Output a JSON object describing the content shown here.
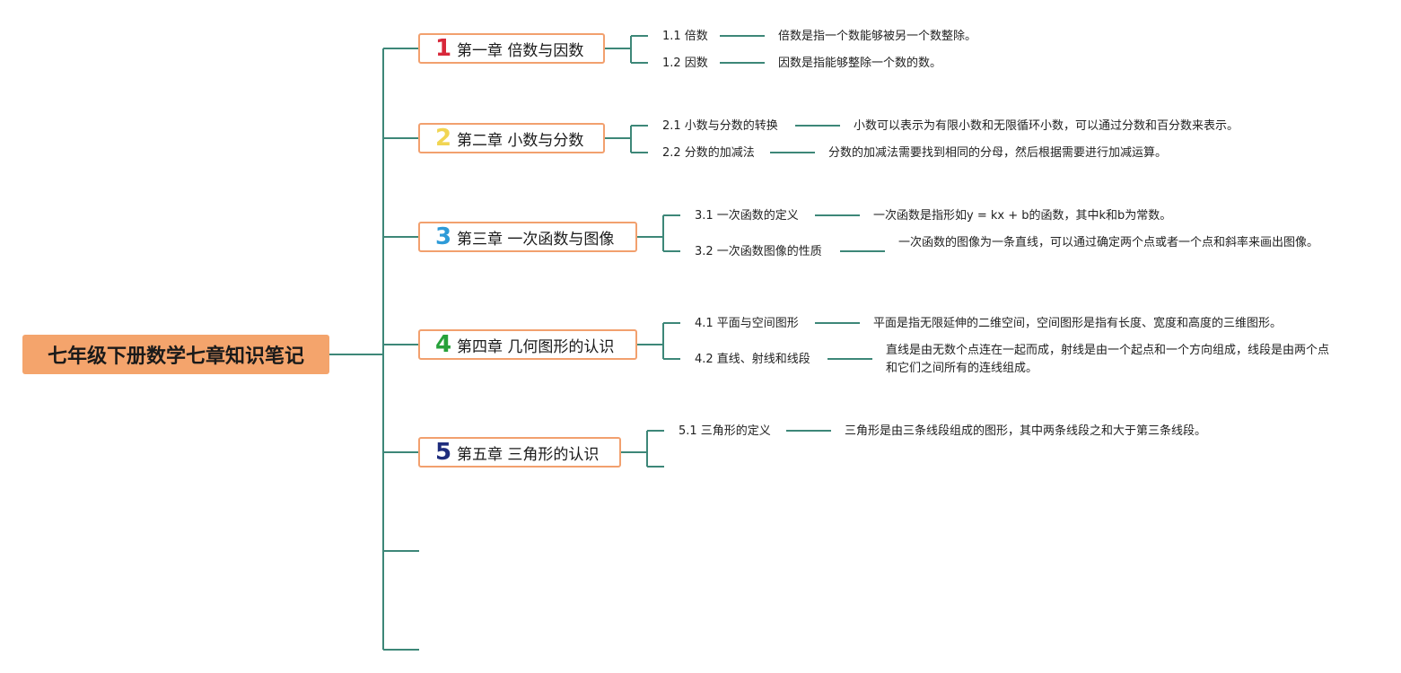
{
  "title": "七年级下册数学七章知识笔记",
  "colors": {
    "root": "#f4a46c",
    "border": "#f2a06e",
    "line": "#3d8778"
  },
  "chapters": [
    {
      "num": "1",
      "num_color": "#d8283a",
      "label": "第一章 倍数与因数",
      "items": [
        {
          "label": "1.1 倍数",
          "desc": "倍数是指一个数能够被另一个数整除。"
        },
        {
          "label": "1.2 因数",
          "desc": "因数是指能够整除一个数的数。"
        }
      ]
    },
    {
      "num": "2",
      "num_color": "#f1d552",
      "label": "第二章 小数与分数",
      "items": [
        {
          "label": "2.1 小数与分数的转换",
          "desc": "小数可以表示为有限小数和无限循环小数，可以通过分数和百分数来表示。"
        },
        {
          "label": "2.2 分数的加减法",
          "desc": "分数的加减法需要找到相同的分母，然后根据需要进行加减运算。"
        }
      ]
    },
    {
      "num": "3",
      "num_color": "#2e9bd8",
      "label": "第三章 一次函数与图像",
      "items": [
        {
          "label": "3.1 一次函数的定义",
          "desc": "一次函数是指形如y = kx + b的函数，其中k和b为常数。"
        },
        {
          "label": "3.2 一次函数图像的性质",
          "desc": "一次函数的图像为一条直线，可以通过确定两个点或者一个点和斜率来画出图像。"
        }
      ]
    },
    {
      "num": "4",
      "num_color": "#27a13a",
      "label": "第四章 几何图形的认识",
      "items": [
        {
          "label": "4.1 平面与空间图形",
          "desc": "平面是指无限延伸的二维空间，空间图形是指有长度、宽度和高度的三维图形。"
        },
        {
          "label": "4.2 直线、射线和线段",
          "desc": "直线是由无数个点连在一起而成，射线是由一个起点和一个方向组成，线段是由两个点和它们之间所有的连线组成。"
        }
      ]
    },
    {
      "num": "5",
      "num_color": "#1f2d7d",
      "label": "第五章 三角形的认识",
      "items": [
        {
          "label": "5.1 三角形的定义",
          "desc": "三角形是由三条线段组成的图形，其中两条线段之和大于第三条线段。"
        }
      ]
    }
  ]
}
